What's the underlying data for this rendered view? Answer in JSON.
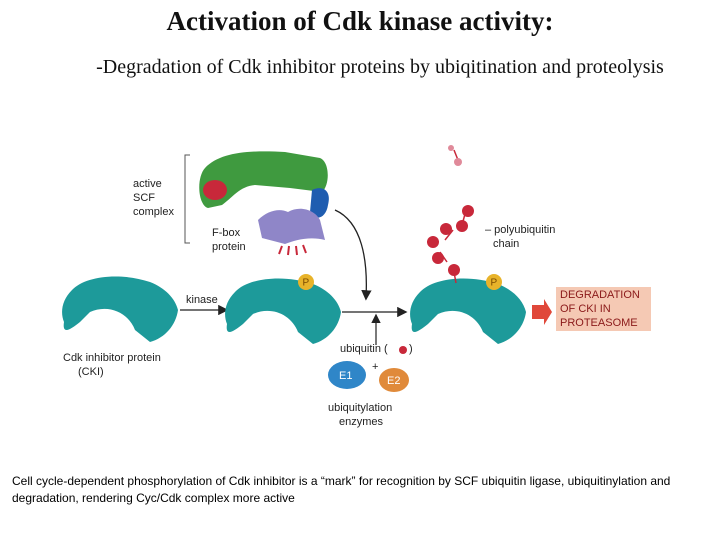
{
  "header": {
    "title": "Activation of Cdk kinase activity:",
    "subtitle": "-Degradation of Cdk inhibitor proteins by ubiqitination and proteolysis"
  },
  "diagram": {
    "scf_label": [
      "active",
      "SCF",
      "complex"
    ],
    "fbox_label": [
      "F-box",
      "protein"
    ],
    "poly_label": [
      "– polyubiquitin",
      "chain"
    ],
    "kinase_label": "kinase",
    "cki_label": [
      "Cdk inhibitor protein",
      "(CKI)"
    ],
    "phosphate_label": "P",
    "ubiquitin_label": "ubiquitin (",
    "ubiquitin_close": ")",
    "plus_sign": "+",
    "e1_label": "E1",
    "e2_label": "E2",
    "enzymes_label": [
      "ubiquitylation",
      "enzymes"
    ],
    "degradation_label": [
      "DEGRADATION",
      "OF CKI IN",
      "PROTEASOME"
    ],
    "colors": {
      "cdk_teal": "#1d9a9a",
      "scf_green": "#3f9a3f",
      "fbox_purple": "#8f86c8",
      "phosphate_gold": "#e8b32a",
      "ubiquitin_red": "#c8283a",
      "e1_blue": "#2f86c8",
      "e2_orange": "#e08a3a",
      "degradation_box": "#f5c9b4"
    }
  },
  "caption": "Cell cycle-dependent phosphorylation of Cdk inhibitor is a “mark” for recognition by SCF ubiquitin ligase, ubiquitinylation and degradation, rendering Cyc/Cdk complex more active"
}
